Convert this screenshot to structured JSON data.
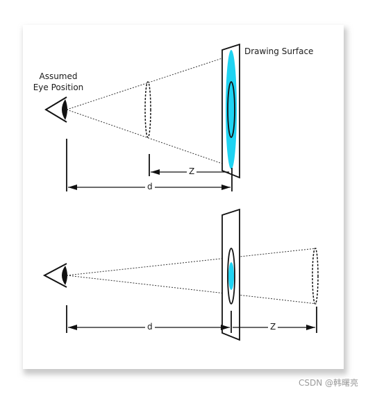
{
  "labels": {
    "drawing_surface": "Drawing Surface",
    "eye_line1": "Assumed",
    "eye_line2": "Eye Position",
    "z_top": "Z",
    "d_top": "d",
    "d_bottom": "d",
    "z_bottom": "Z"
  },
  "watermark": "CSDN @韩曙亮",
  "colors": {
    "accent": "#1fd3f2",
    "ink": "#111111",
    "panel": "#ffffff",
    "shadow": "#cfcfcf"
  },
  "icons": [
    "eye-icon-top",
    "eye-icon-bottom"
  ]
}
